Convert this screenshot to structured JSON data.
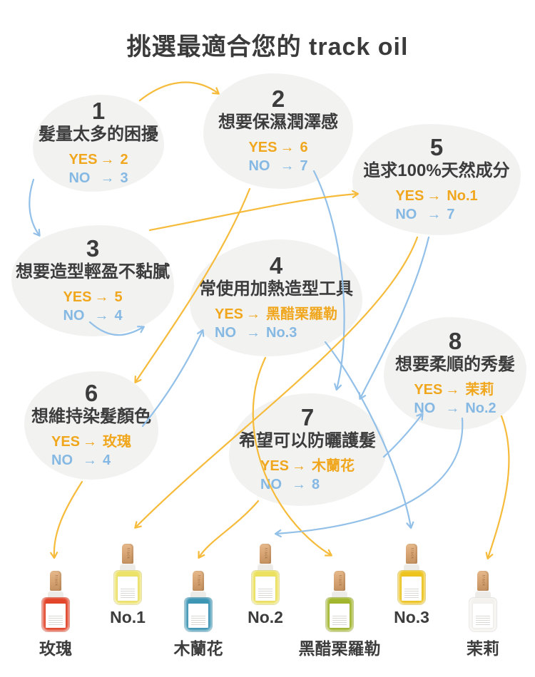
{
  "title": "挑選最適合您的 track oil",
  "ui": {
    "arrow_glyph": "→",
    "cap_text": "track"
  },
  "colors": {
    "yes_text": "#F0A71D",
    "no_text": "#85B9E3",
    "yes_arrow": "#F6BB3B",
    "no_arrow": "#92C0E8",
    "bubble_fill": "#F2F2F1",
    "dark_text": "#3C3C3C"
  },
  "nodes": [
    {
      "number": "1",
      "question": "髮量太多的困擾",
      "yes": {
        "label": "YES",
        "target": "2"
      },
      "no": {
        "label": "NO",
        "target": "3"
      }
    },
    {
      "number": "2",
      "question": "想要保濕潤澤感",
      "yes": {
        "label": "YES",
        "target": "6"
      },
      "no": {
        "label": "NO",
        "target": "7"
      }
    },
    {
      "number": "3",
      "question": "想要造型輕盈不黏膩",
      "yes": {
        "label": "YES",
        "target": "5"
      },
      "no": {
        "label": "NO",
        "target": "4"
      }
    },
    {
      "number": "4",
      "question": "常使用加熱造型工具",
      "yes": {
        "label": "YES",
        "target": "黑醋栗羅勒"
      },
      "no": {
        "label": "NO",
        "target": "No.3"
      }
    },
    {
      "number": "5",
      "question": "追求100%天然成分",
      "yes": {
        "label": "YES",
        "target": "No.1"
      },
      "no": {
        "label": "NO",
        "target": "7"
      }
    },
    {
      "number": "6",
      "question": "想維持染髮顏色",
      "yes": {
        "label": "YES",
        "target": "玫瑰"
      },
      "no": {
        "label": "NO",
        "target": "4"
      }
    },
    {
      "number": "7",
      "question": "希望可以防曬護髮",
      "yes": {
        "label": "YES",
        "target": "木蘭花"
      },
      "no": {
        "label": "NO",
        "target": "8"
      }
    },
    {
      "number": "8",
      "question": "想要柔順的秀髮",
      "yes": {
        "label": "YES",
        "target": "茉莉"
      },
      "no": {
        "label": "NO",
        "target": "No.2"
      }
    }
  ],
  "connections": [
    {
      "from": "1",
      "answer": "yes",
      "to": "2"
    },
    {
      "from": "1",
      "answer": "no",
      "to": "3"
    },
    {
      "from": "2",
      "answer": "yes",
      "to": "6"
    },
    {
      "from": "2",
      "answer": "no",
      "to": "7"
    },
    {
      "from": "3",
      "answer": "yes",
      "to": "5"
    },
    {
      "from": "3",
      "answer": "no",
      "to": "4"
    },
    {
      "from": "4",
      "answer": "yes",
      "to": "黑醋栗羅勒"
    },
    {
      "from": "4",
      "answer": "no",
      "to": "No.3"
    },
    {
      "from": "5",
      "answer": "yes",
      "to": "No.1"
    },
    {
      "from": "5",
      "answer": "no",
      "to": "7"
    },
    {
      "from": "6",
      "answer": "yes",
      "to": "玫瑰"
    },
    {
      "from": "6",
      "answer": "no",
      "to": "4"
    },
    {
      "from": "7",
      "answer": "yes",
      "to": "木蘭花"
    },
    {
      "from": "7",
      "answer": "no",
      "to": "8"
    },
    {
      "from": "8",
      "answer": "yes",
      "to": "茉莉"
    },
    {
      "from": "8",
      "answer": "no",
      "to": "No.2"
    }
  ],
  "products": [
    {
      "name": "玫瑰",
      "liquid_color": "#E2452A",
      "height": "low"
    },
    {
      "name": "No.1",
      "liquid_color": "#EDE268",
      "height": "high"
    },
    {
      "name": "木蘭花",
      "liquid_color": "#3E96B5",
      "height": "low"
    },
    {
      "name": "No.2",
      "liquid_color": "#ECE15E",
      "height": "high"
    },
    {
      "name": "黑醋栗羅勒",
      "liquid_color": "#A2B62E",
      "height": "low"
    },
    {
      "name": "No.3",
      "liquid_color": "#EDC41F",
      "height": "high"
    },
    {
      "name": "茉莉",
      "liquid_color": "#F3F2EE",
      "height": "low"
    }
  ]
}
